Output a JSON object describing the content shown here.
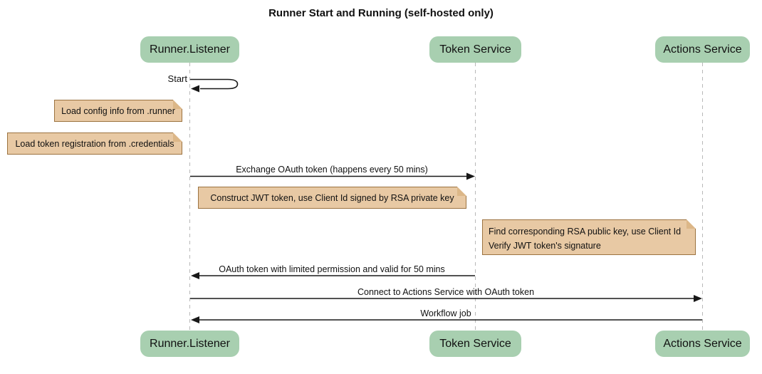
{
  "title": "Runner Start and Running (self-hosted only)",
  "participants": [
    {
      "name": "Runner.Listener"
    },
    {
      "name": "Token Service"
    },
    {
      "name": "Actions Service"
    }
  ],
  "self_message": {
    "label": "Start",
    "on": "Runner.Listener"
  },
  "notes": [
    {
      "text": "Load config info from .runner",
      "near": "Runner.Listener"
    },
    {
      "text": "Load token registration from .credentials",
      "near": "Runner.Listener"
    },
    {
      "text": "Construct JWT token, use Client Id signed by RSA private key",
      "near": "Token Service"
    },
    {
      "line1": "Find corresponding RSA public key, use Client Id",
      "line2": "Verify JWT token's signature",
      "near": "Actions Service"
    }
  ],
  "messages": [
    {
      "label": "Exchange OAuth token (happens every 50 mins)",
      "from": "Runner.Listener",
      "to": "Token Service",
      "direction": "right"
    },
    {
      "label": "OAuth token with limited permission and valid for 50 mins",
      "from": "Token Service",
      "to": "Runner.Listener",
      "direction": "left"
    },
    {
      "label": "Connect to Actions Service with OAuth token",
      "from": "Runner.Listener",
      "to": "Actions Service",
      "direction": "right"
    },
    {
      "label": "Workflow job",
      "from": "Actions Service",
      "to": "Runner.Listener",
      "direction": "left"
    }
  ],
  "colors": {
    "participant_fill": "#a8cfb0",
    "note_fill": "#e8c9a4",
    "note_border": "#9c7340",
    "note_fold": "#dcb788",
    "lifeline": "#b8b8b8",
    "arrow": "#181818",
    "text": "#111111"
  }
}
